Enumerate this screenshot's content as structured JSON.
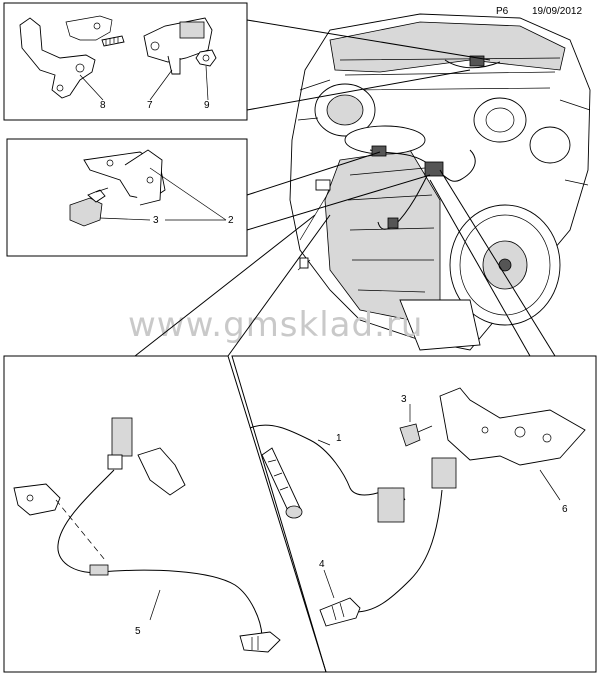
{
  "header": {
    "page_code": "P6",
    "date": "19/09/2012"
  },
  "watermark": "www.gmsklad.ru",
  "callouts": [
    {
      "id": "c8",
      "label": "8"
    },
    {
      "id": "c7",
      "label": "7"
    },
    {
      "id": "c9",
      "label": "9"
    },
    {
      "id": "c3a",
      "label": "3"
    },
    {
      "id": "c2",
      "label": "2"
    },
    {
      "id": "c5",
      "label": "5"
    },
    {
      "id": "c1",
      "label": "1"
    },
    {
      "id": "c3b",
      "label": "3"
    },
    {
      "id": "c6",
      "label": "6"
    },
    {
      "id": "c4",
      "label": "4"
    }
  ]
}
